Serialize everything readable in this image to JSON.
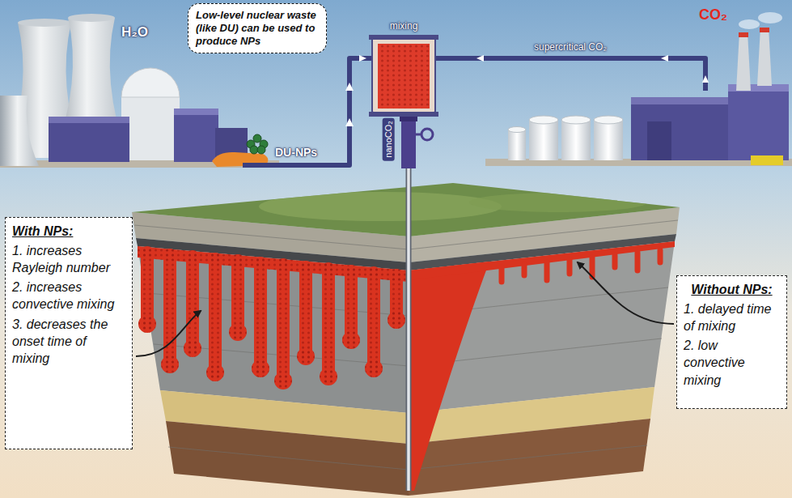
{
  "diagram": {
    "nodes": [
      {
        "text": [
          "Low-level nuclear waste (like DU) can be used to produce NPs"
        ]
      },
      {
        "text": [
          "With NPs:",
          "1. increases Rayleigh number",
          "2. increases convective mixing",
          "3. decreases the onset time of mixing"
        ]
      },
      {
        "text": [
          "Without NPs:",
          "1. delayed time of mixing",
          "2. low convective mixing"
        ]
      }
    ],
    "labels": [
      "H₂O",
      "CO₂",
      "mixing",
      "DU-NPs",
      "supercritical CO₂",
      "nanoCO₂"
    ]
  }
}
